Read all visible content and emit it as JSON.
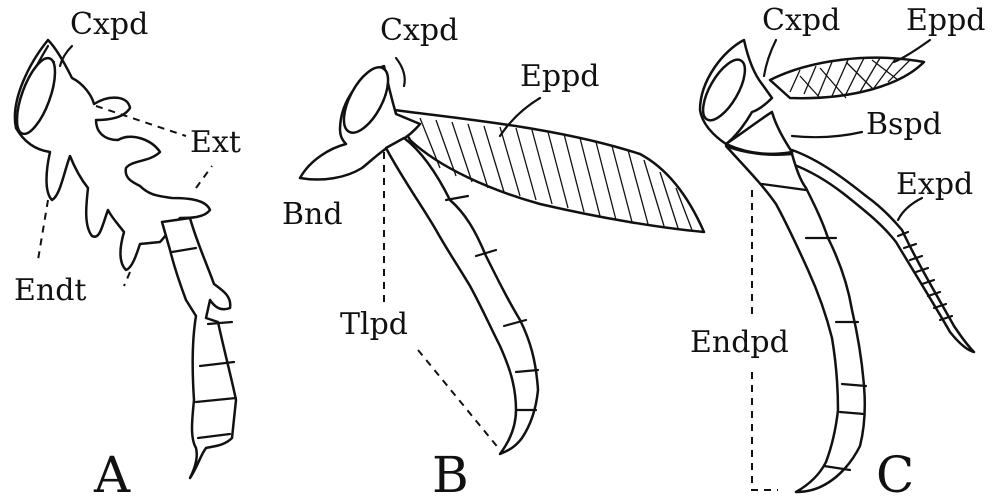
{
  "labels": {
    "a_cxpd": "Cxpd",
    "a_ext": "Ext",
    "a_endt": "Endt",
    "b_cxpd": "Cxpd",
    "b_eppd": "Eppd",
    "b_bnd": "Bnd",
    "b_tlpd": "Tlpd",
    "c_cxpd": "Cxpd",
    "c_eppd": "Eppd",
    "c_bspd": "Bspd",
    "c_expd": "Expd",
    "c_endpd": "Endpd"
  },
  "panels": {
    "a": "A",
    "b": "B",
    "c": "C"
  }
}
